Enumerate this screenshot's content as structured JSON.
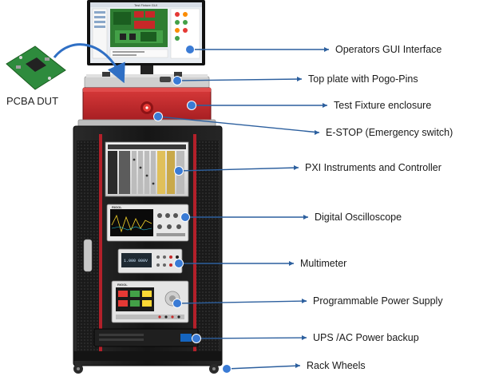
{
  "pcba_label": "PCBA DUT",
  "gui_title": "Test Fixture GUI",
  "callouts": [
    {
      "id": "gui",
      "label": "Operators GUI Interface"
    },
    {
      "id": "top-plate",
      "label": "Top plate with Pogo-Pins"
    },
    {
      "id": "enclosure",
      "label": "Test Fixture enclosure"
    },
    {
      "id": "estop",
      "label": "E-STOP (Emergency switch)"
    },
    {
      "id": "pxi",
      "label": "PXI Instruments and Controller"
    },
    {
      "id": "scope",
      "label": "Digital Oscilloscope"
    },
    {
      "id": "dmm",
      "label": "Multimeter"
    },
    {
      "id": "psu",
      "label": "Programmable Power Supply"
    },
    {
      "id": "ups",
      "label": "UPS /AC Power backup"
    },
    {
      "id": "wheels",
      "label": "Rack Wheels"
    }
  ],
  "scope_brand": "RIGOL",
  "dmm_display": "1.000 000V",
  "psu_display": "RIGOL",
  "colors": {
    "callout_line": "#2c5f9e",
    "callout_dot": "#3a7bd5",
    "enclosure_red": "#c8262a",
    "rack_black": "#1c1c1c",
    "rack_red_trim": "#b3202a",
    "arrow_blue": "#2f6fc4"
  }
}
